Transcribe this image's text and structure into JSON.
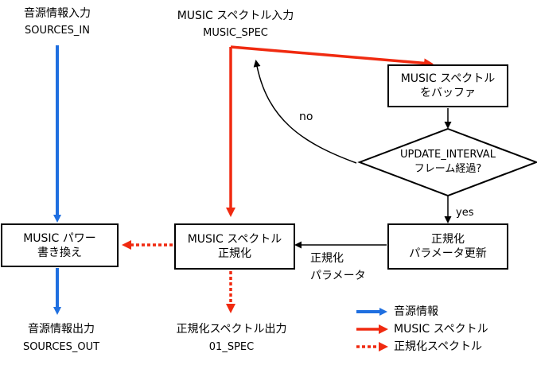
{
  "labels": {
    "sources_in_title": "音源情報入力",
    "sources_in_name": "SOURCES_IN",
    "music_spec_in_title": "MUSIC スペクトル入力",
    "music_spec_in_name": "MUSIC_SPEC",
    "sources_out_title": "音源情報出力",
    "sources_out_name": "SOURCES_OUT",
    "norm_spec_out_title": "正規化スペクトル出力",
    "norm_spec_out_name": "01_SPEC",
    "no": "no",
    "yes": "yes",
    "norm_param_line1": "正規化",
    "norm_param_line2": "パラメータ"
  },
  "boxes": {
    "buffer": [
      "MUSIC スペクトル",
      "をバッファ"
    ],
    "update_params": [
      "正規化",
      "パラメータ更新"
    ],
    "normalize": [
      "MUSIC スペクトル",
      "正規化"
    ],
    "rewrite": [
      "MUSIC パワー",
      "書き換え"
    ]
  },
  "decision": [
    "UPDATE_INTERVAL",
    "フレーム経過?"
  ],
  "legend": {
    "blue": "音源情報",
    "red": "MUSIC スペクトル",
    "red_dotted": "正規化スペクトル"
  },
  "colors": {
    "blue": "#1f6fe0",
    "red": "#f02a10",
    "black": "#000000"
  }
}
